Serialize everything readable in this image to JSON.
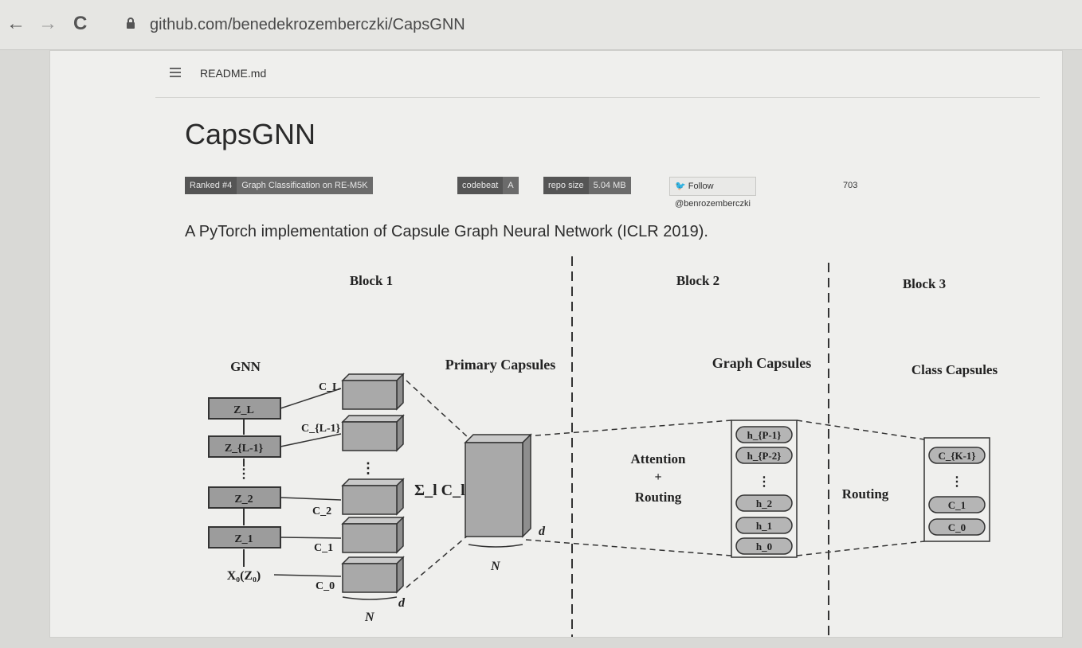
{
  "browser": {
    "back_icon": "←",
    "forward_icon": "→",
    "reload_icon": "C",
    "url": "github.com/benedekrozemberczki/CapsGNN"
  },
  "readme": {
    "file_label": "README.md",
    "title": "CapsGNN",
    "badges": [
      {
        "left": "Ranked #4",
        "right": "Graph Classification on RE-M5K"
      },
      {
        "left": "codebeat",
        "right": "A"
      },
      {
        "left": "repo size",
        "right": "5.04 MB"
      }
    ],
    "follow_label": "Follow @benrozemberczki",
    "follow_count": "703",
    "description": "A PyTorch implementation of Capsule Graph Neural Network (ICLR 2019)."
  },
  "diagram": {
    "blocks": [
      "Block 1",
      "Block 2",
      "Block 3"
    ],
    "headers": {
      "gnn": "GNN",
      "primary": "Primary Capsules",
      "graph": "Graph Capsules",
      "class": "Class Capsules"
    },
    "z_labels": [
      "Z_L",
      "Z_{L-1}",
      "⋮",
      "Z_2",
      "Z_1"
    ],
    "input_label": "X₀(Z₀)",
    "c_labels": [
      "C_L",
      "C_{L-1}",
      "C_2",
      "C_1",
      "C_0"
    ],
    "sum_label": "Σ_l C_l",
    "dim_labels": {
      "N": "N",
      "d": "d"
    },
    "attention_label": "Attention",
    "plus_label": "+",
    "routing_label": "Routing",
    "routing2_label": "Routing",
    "graph_caps": [
      "h_{P-1}",
      "h_{P-2}",
      "⋮",
      "h_2",
      "h_1",
      "h_0"
    ],
    "class_caps": [
      "C_{K-1}",
      "⋮",
      "C_1",
      "C_0"
    ]
  }
}
